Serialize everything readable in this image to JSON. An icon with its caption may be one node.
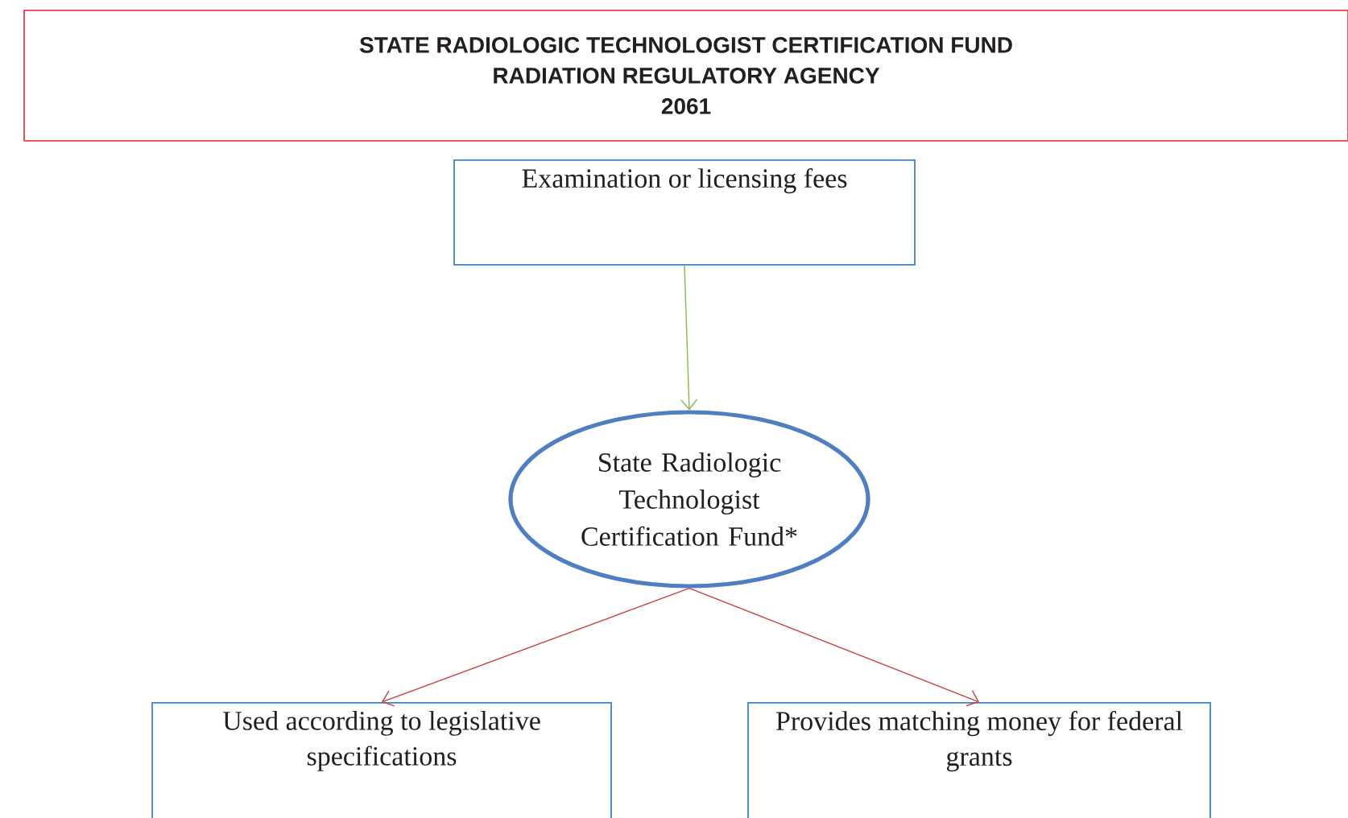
{
  "diagram": {
    "nodes": [
      {
        "text": [
          "STATE RADIOLOGIC TECHNOLOGIST CERTIFICATION FUND",
          "RADIATION REGULATORY AGENCY",
          "2061"
        ]
      },
      {
        "text": [
          "Examination or licensing fees"
        ]
      },
      {
        "text": [
          "State Radiologic Technologist Certification Fund*"
        ]
      },
      {
        "text": [
          "Used according to legislative specifications"
        ]
      },
      {
        "text": [
          "Provides matching money for federal grants"
        ]
      }
    ],
    "edges": [
      {
        "from": 1,
        "to": 2,
        "arrow": "to",
        "color": "#8ab64a"
      },
      {
        "from": 2,
        "to": 3,
        "arrow": "to"
      },
      {
        "from": 2,
        "to": 4,
        "arrow": "to"
      }
    ]
  }
}
